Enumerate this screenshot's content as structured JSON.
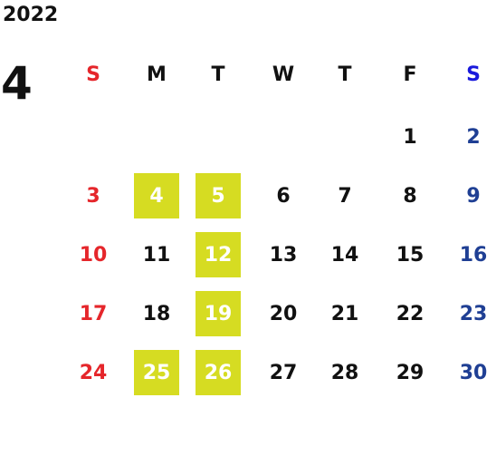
{
  "year": "2022",
  "month": "4",
  "weekdays": [
    "S",
    "M",
    "T",
    "W",
    "T",
    "F",
    "S"
  ],
  "weeks": [
    [
      "",
      "",
      "",
      "",
      "",
      "1",
      "2"
    ],
    [
      "3",
      "4",
      "5",
      "6",
      "7",
      "8",
      "9"
    ],
    [
      "10",
      "11",
      "12",
      "13",
      "14",
      "15",
      "16"
    ],
    [
      "17",
      "18",
      "19",
      "20",
      "21",
      "22",
      "23"
    ],
    [
      "24",
      "25",
      "26",
      "27",
      "28",
      "29",
      "30"
    ]
  ],
  "highlighted_days": [
    "4",
    "5",
    "12",
    "19",
    "25",
    "26"
  ],
  "colors": {
    "sunday": "#e5262b",
    "saturday_header": "#1a1adc",
    "saturday": "#1f3f94",
    "highlight_bg": "#d6dc22",
    "highlight_text": "#ffffff",
    "text": "#111111"
  }
}
